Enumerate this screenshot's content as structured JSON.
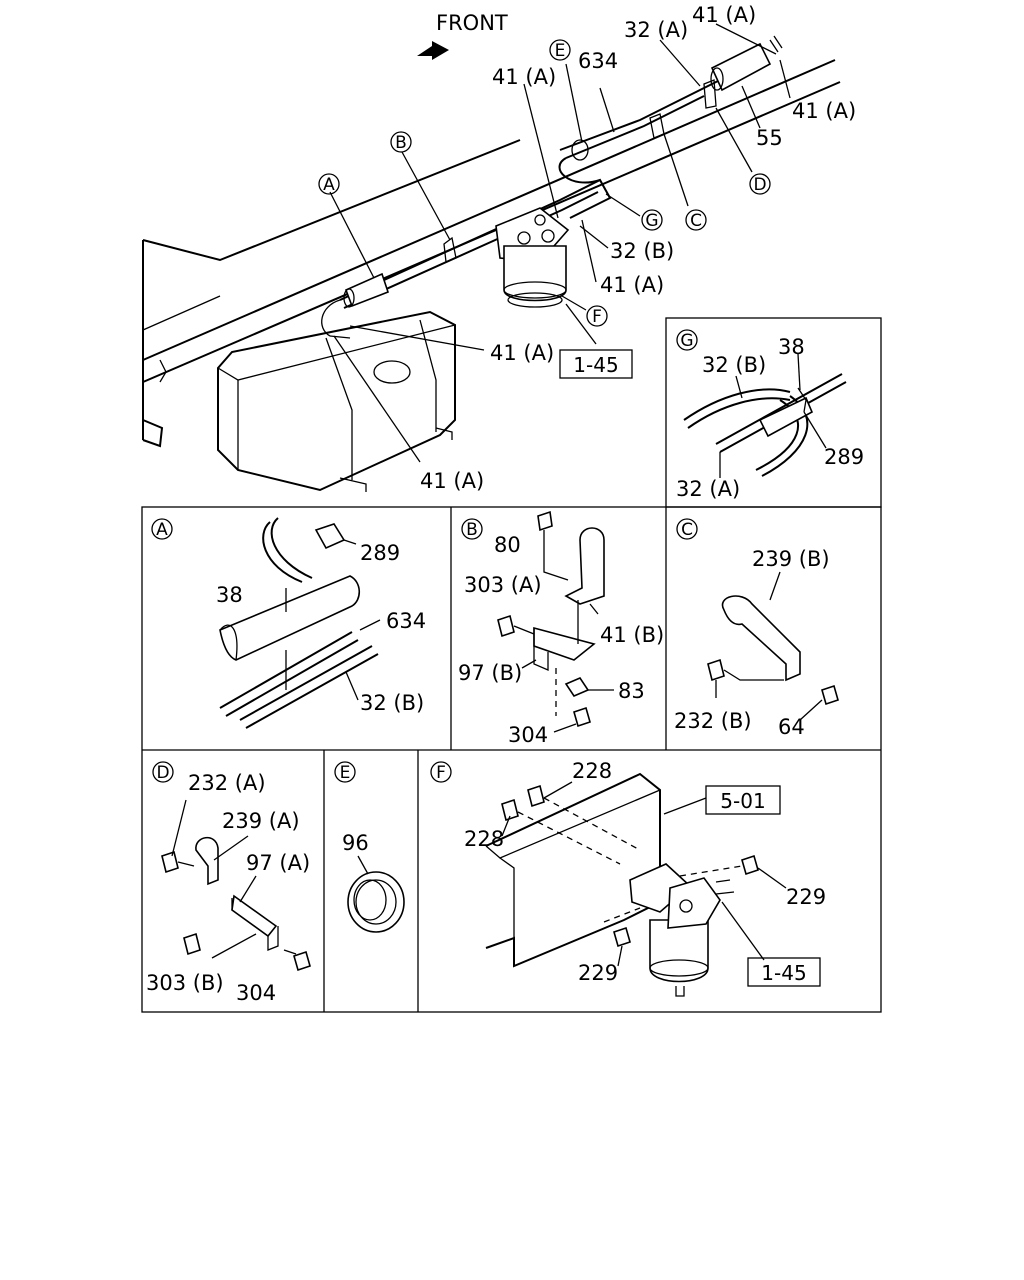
{
  "main": {
    "front_label": "FRONT",
    "callouts": {
      "c_41a_top": "41 (A)",
      "c_32a_top": "32 (A)",
      "c_634_top": "634",
      "c_41a_left": "41 (A)",
      "c_41a_right": "41 (A)",
      "c_55": "55",
      "c_32b_main": "32 (B)",
      "c_41a_mid": "41 (A)",
      "c_41a_lower": "41 (A)",
      "c_41a_bottom": "41 (A)"
    },
    "circle_refs": {
      "A": "A",
      "B": "B",
      "C": "C",
      "D": "D",
      "E": "E",
      "F": "F",
      "G": "G"
    },
    "ref_box": "1-45"
  },
  "panel_g": {
    "id": "G",
    "labels": {
      "c_32b": "32 (B)",
      "c_38": "38",
      "c_289": "289",
      "c_32a": "32 (A)"
    }
  },
  "panel_a": {
    "id": "A",
    "labels": {
      "c_289": "289",
      "c_38": "38",
      "c_634": "634",
      "c_32b": "32 (B)"
    }
  },
  "panel_b": {
    "id": "B",
    "labels": {
      "c_80": "80",
      "c_303a": "303 (A)",
      "c_41b": "41 (B)",
      "c_97b": "97 (B)",
      "c_83": "83",
      "c_304": "304"
    }
  },
  "panel_c": {
    "id": "C",
    "labels": {
      "c_239b": "239 (B)",
      "c_232b": "232 (B)",
      "c_64": "64"
    }
  },
  "panel_d": {
    "id": "D",
    "labels": {
      "c_232a": "232 (A)",
      "c_239a": "239 (A)",
      "c_97a": "97 (A)",
      "c_303b": "303 (B)",
      "c_304": "304"
    }
  },
  "panel_e": {
    "id": "E",
    "labels": {
      "c_96": "96"
    }
  },
  "panel_f": {
    "id": "F",
    "labels": {
      "c_228_top": "228",
      "c_228_left": "228",
      "c_229_right": "229",
      "c_229_bottom": "229"
    },
    "ref_box_top": "5-01",
    "ref_box_bottom": "1-45"
  }
}
